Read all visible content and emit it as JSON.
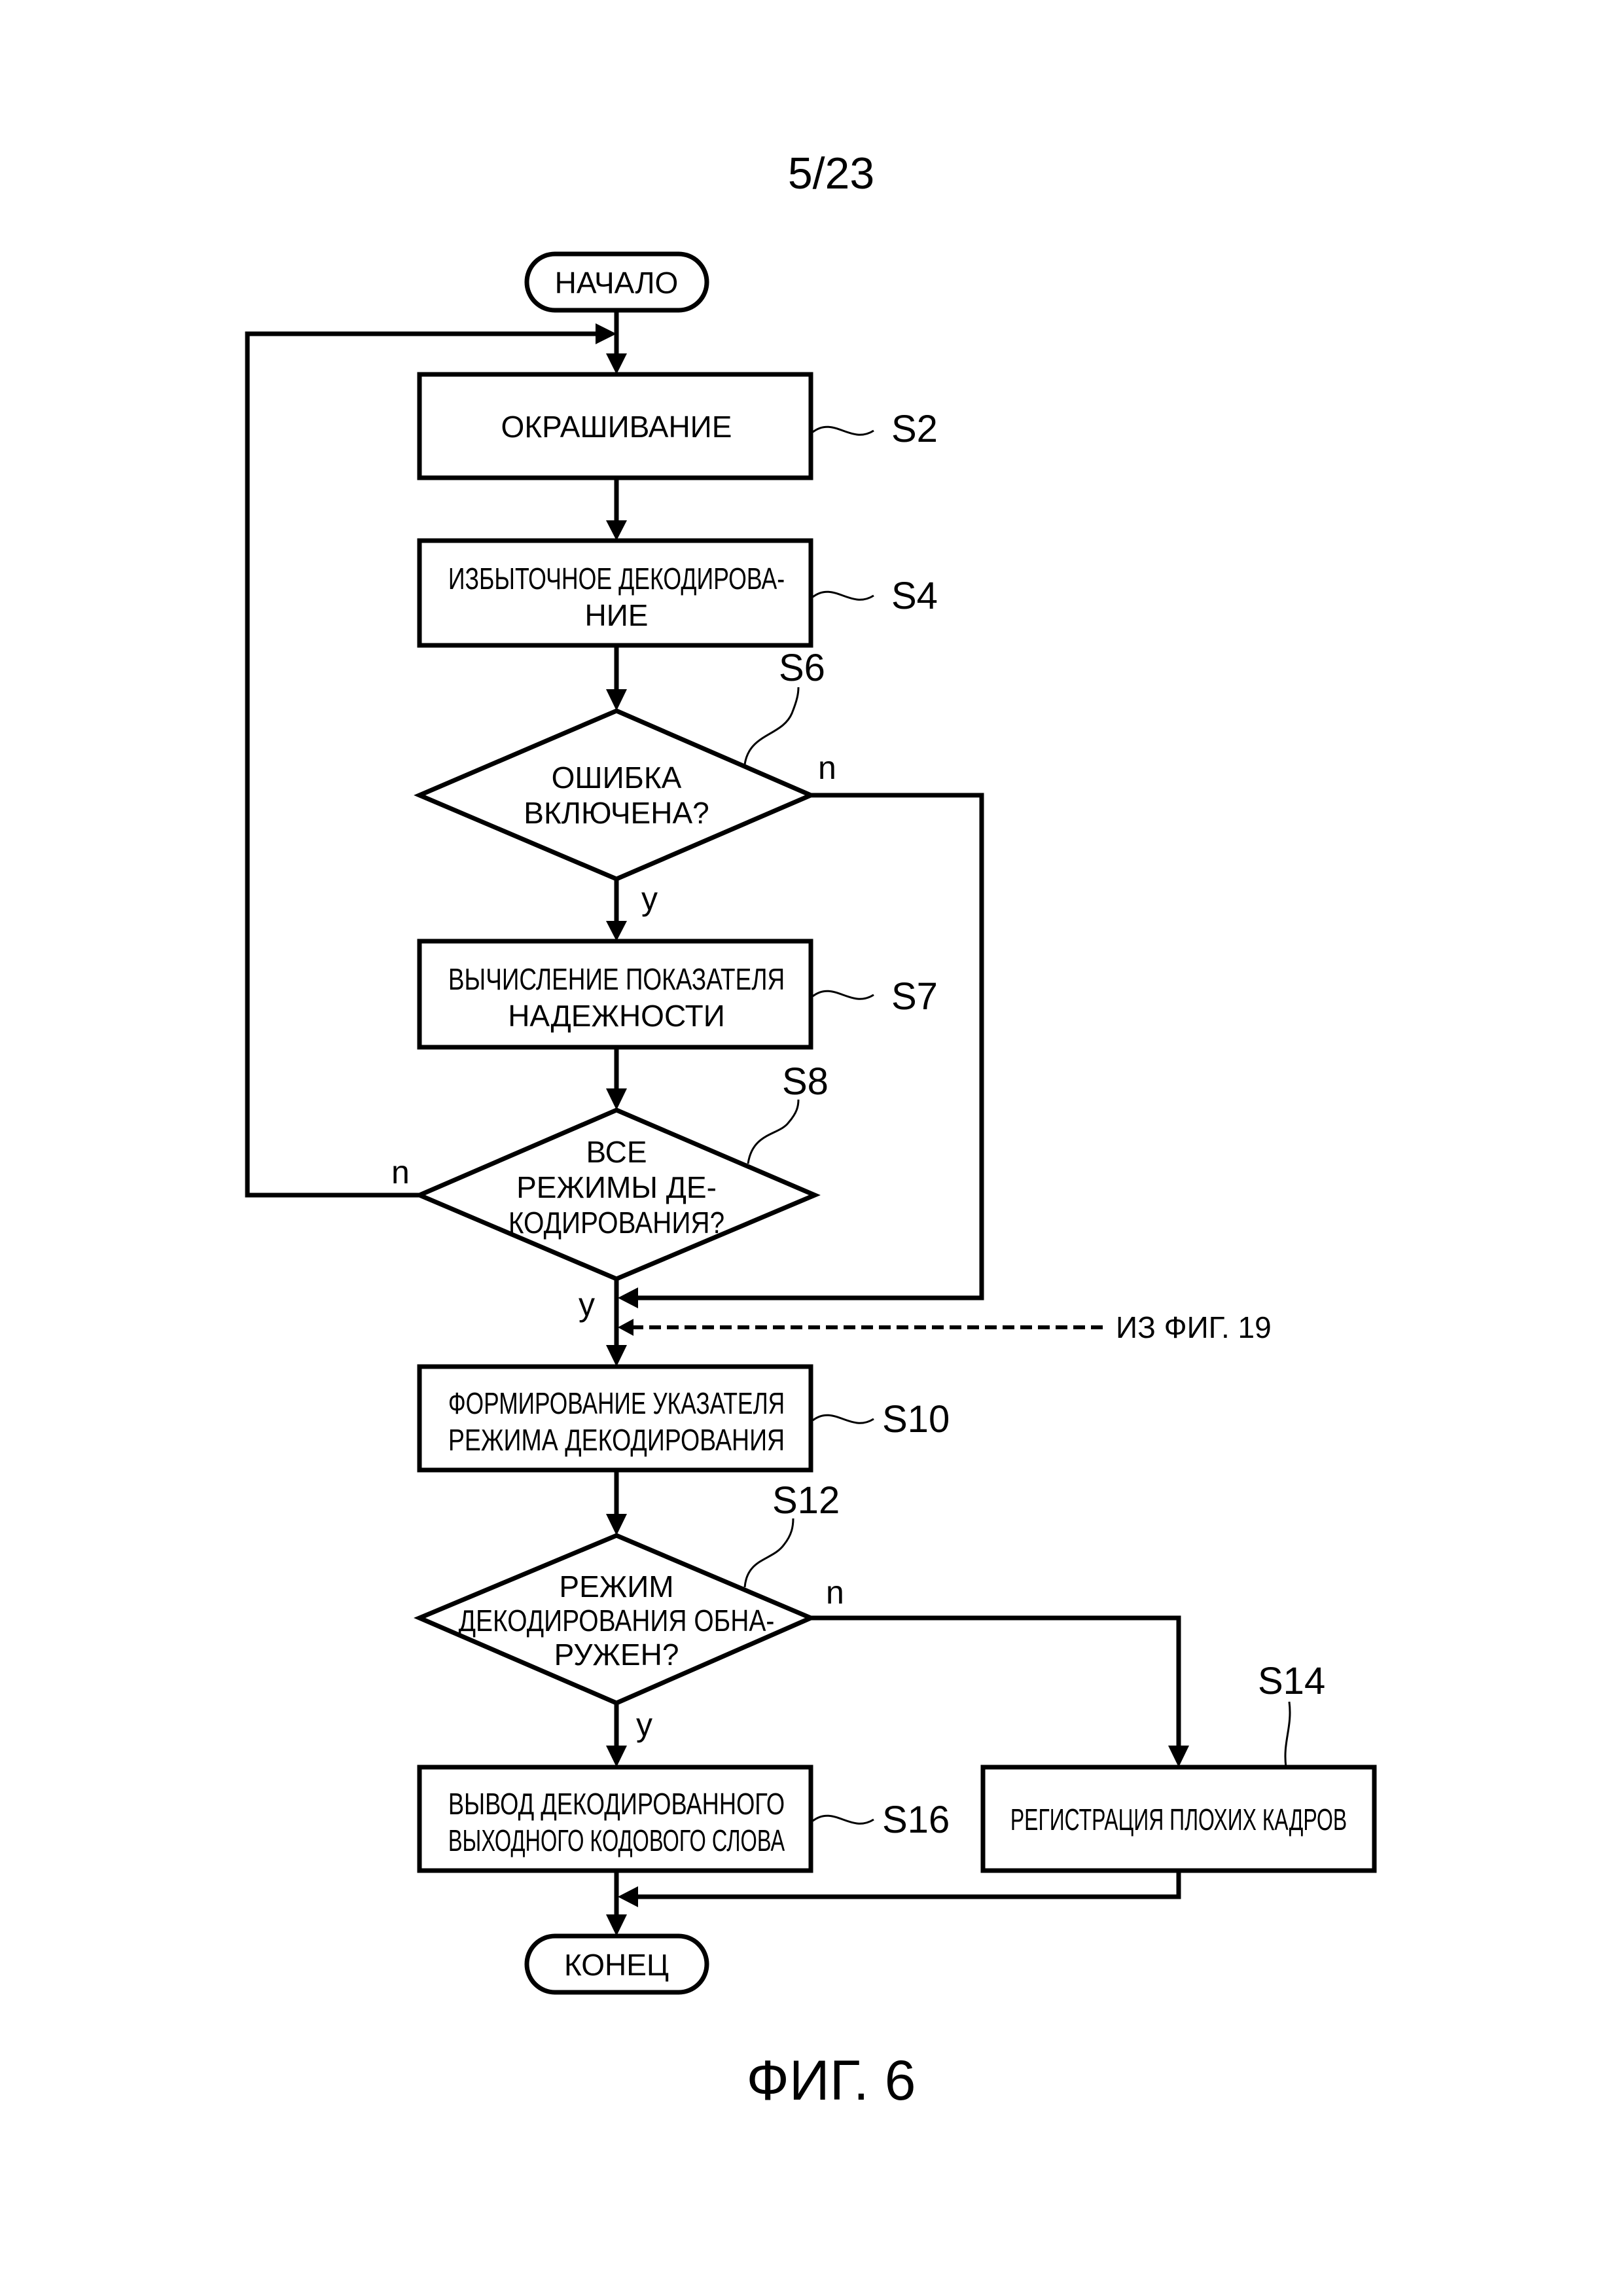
{
  "page_number": "5/23",
  "figure_title": "ФИГ. 6",
  "nodes": {
    "start": {
      "lines": [
        "НАЧАЛО"
      ]
    },
    "s2": {
      "id": "S2",
      "lines": [
        "ОКРАШИВАНИЕ"
      ]
    },
    "s4": {
      "id": "S4",
      "lines": [
        "ИЗБЫТОЧНОЕ ДЕКОДИРОВА-",
        "НИЕ"
      ]
    },
    "s6": {
      "id": "S6",
      "lines": [
        "ОШИБКА",
        "ВКЛЮЧЕНА?"
      ]
    },
    "s7": {
      "id": "S7",
      "lines": [
        "ВЫЧИСЛЕНИЕ ПОКАЗАТЕЛЯ",
        "НАДЕЖНОСТИ"
      ]
    },
    "s8": {
      "id": "S8",
      "lines": [
        "ВСЕ",
        "РЕЖИМЫ ДЕ-",
        "КОДИРОВАНИЯ?"
      ]
    },
    "s10": {
      "id": "S10",
      "lines": [
        "ФОРМИРОВАНИЕ УКАЗАТЕЛЯ",
        "РЕЖИМА ДЕКОДИРОВАНИЯ"
      ]
    },
    "s12": {
      "id": "S12",
      "lines": [
        "РЕЖИМ",
        "ДЕКОДИРОВАНИЯ ОБНА-",
        "РУЖЕН?"
      ]
    },
    "s14": {
      "id": "S14",
      "lines": [
        "РЕГИСТРАЦИЯ ПЛОХИХ КАДРОВ"
      ]
    },
    "s16": {
      "id": "S16",
      "lines": [
        "ВЫВОД ДЕКОДИРОВАННОГО",
        "ВЫХОДНОГО КОДОВОГО СЛОВА"
      ]
    },
    "end": {
      "lines": [
        "КОНЕЦ"
      ]
    }
  },
  "branches": {
    "s6_no": "n",
    "s6_yes": "y",
    "s8_no": "n",
    "s8_yes": "y",
    "s12_no": "n",
    "s12_yes": "y"
  },
  "external_ref": "ИЗ ФИГ. 19"
}
